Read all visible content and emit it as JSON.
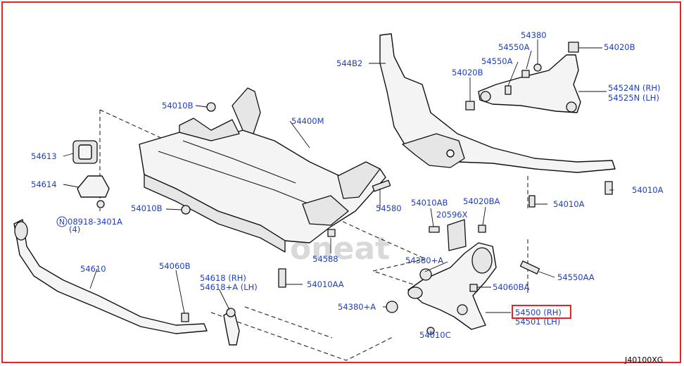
{
  "diagram": {
    "code": "J40100XG",
    "watermark": "oneat",
    "labels": {
      "p54482": "544B2",
      "p54380_top": "54380",
      "p54550a_top": "54550A",
      "p54020b_right": "54020B",
      "p54550a_mid": "54550A",
      "p54020b_left": "54020B",
      "p54524n": "54524N (RH)",
      "p54525n": "54525N (LH)",
      "p54010b_top": "54010B",
      "p54400m": "54400M",
      "p54613": "54613",
      "p54614": "54614",
      "p54010b_mid": "54010B",
      "p08918": "08918-3401A",
      "p08918_qty": "(4)",
      "p54580": "54580",
      "p54010ab": "54010AB",
      "p54020ba": "54020BA",
      "p20596x": "20596X",
      "p54010a_right": "54010A",
      "p54010a_mid": "54010A",
      "p54588": "54588",
      "p54610": "54610",
      "p54060b": "54060B",
      "p54618_rh": "54618     (RH)",
      "p54618a_lh": "54618+A (LH)",
      "p54010aa": "54010AA",
      "p54380a_mid": "54380+A",
      "p54060ba": "54060BA",
      "p54550aa": "54550AA",
      "p54380a_low": "54380+A",
      "p54500": "54500 (RH)",
      "p54501": "54501 (LH)",
      "p54010c": "54010C"
    }
  }
}
